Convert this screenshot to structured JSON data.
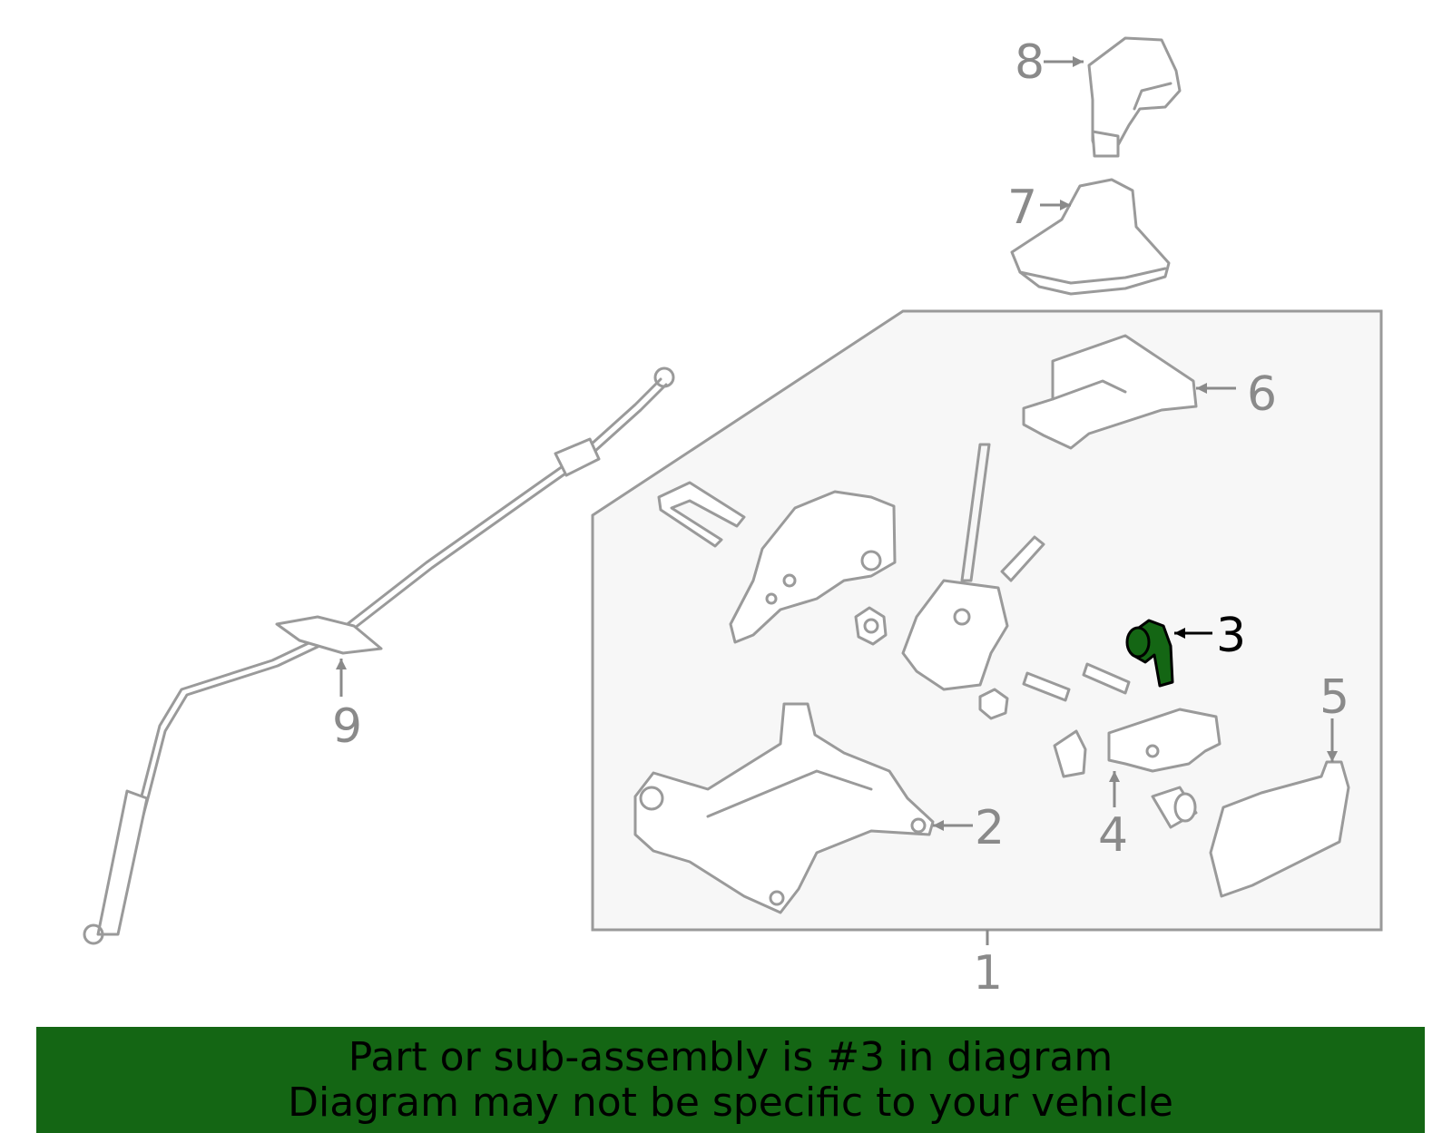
{
  "diagram": {
    "highlight_color": "#146614",
    "callouts": [
      {
        "id": "1",
        "label": "1"
      },
      {
        "id": "2",
        "label": "2"
      },
      {
        "id": "3",
        "label": "3",
        "highlighted": true
      },
      {
        "id": "4",
        "label": "4"
      },
      {
        "id": "5",
        "label": "5"
      },
      {
        "id": "6",
        "label": "6"
      },
      {
        "id": "7",
        "label": "7"
      },
      {
        "id": "8",
        "label": "8"
      },
      {
        "id": "9",
        "label": "9"
      }
    ]
  },
  "banner": {
    "line1": "Part or sub-assembly is #3 in diagram",
    "line2": "Diagram may not be specific to your vehicle",
    "background": "#146614"
  }
}
